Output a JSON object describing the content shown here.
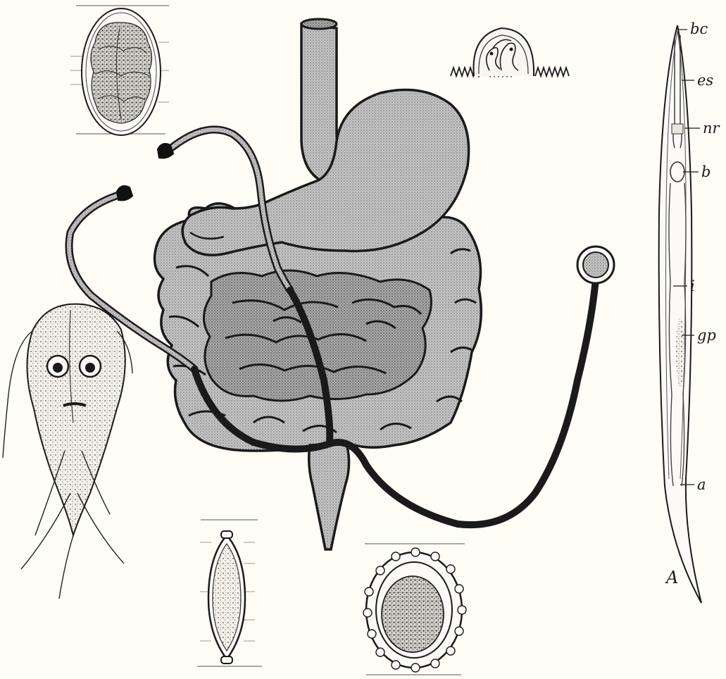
{
  "figure": {
    "nematode_labels": {
      "bc": "bc",
      "es": "es",
      "nr": "nr",
      "b": "b",
      "i": "i",
      "gp": "gp",
      "a": "a"
    },
    "panel_letter": "A"
  },
  "colors": {
    "background": "#fffdf6",
    "ink": "#1a1a1a",
    "organ_fill": "#bdbdbd",
    "tube_fill": "#2b2b2b",
    "speckle": "#8a8a8a"
  },
  "elements": [
    {
      "name": "egg-oval-top-left",
      "kind": "parasite-egg"
    },
    {
      "name": "stomach",
      "kind": "organ"
    },
    {
      "name": "esophagus",
      "kind": "organ"
    },
    {
      "name": "intestines",
      "kind": "organ"
    },
    {
      "name": "stethoscope",
      "kind": "instrument"
    },
    {
      "name": "giardia-trophozoite",
      "kind": "protozoan"
    },
    {
      "name": "whipworm-egg",
      "kind": "parasite-egg"
    },
    {
      "name": "ascaris-egg",
      "kind": "parasite-egg"
    },
    {
      "name": "mucosa-larvae",
      "kind": "parasite"
    },
    {
      "name": "nematode-diagram",
      "kind": "parasite"
    }
  ]
}
